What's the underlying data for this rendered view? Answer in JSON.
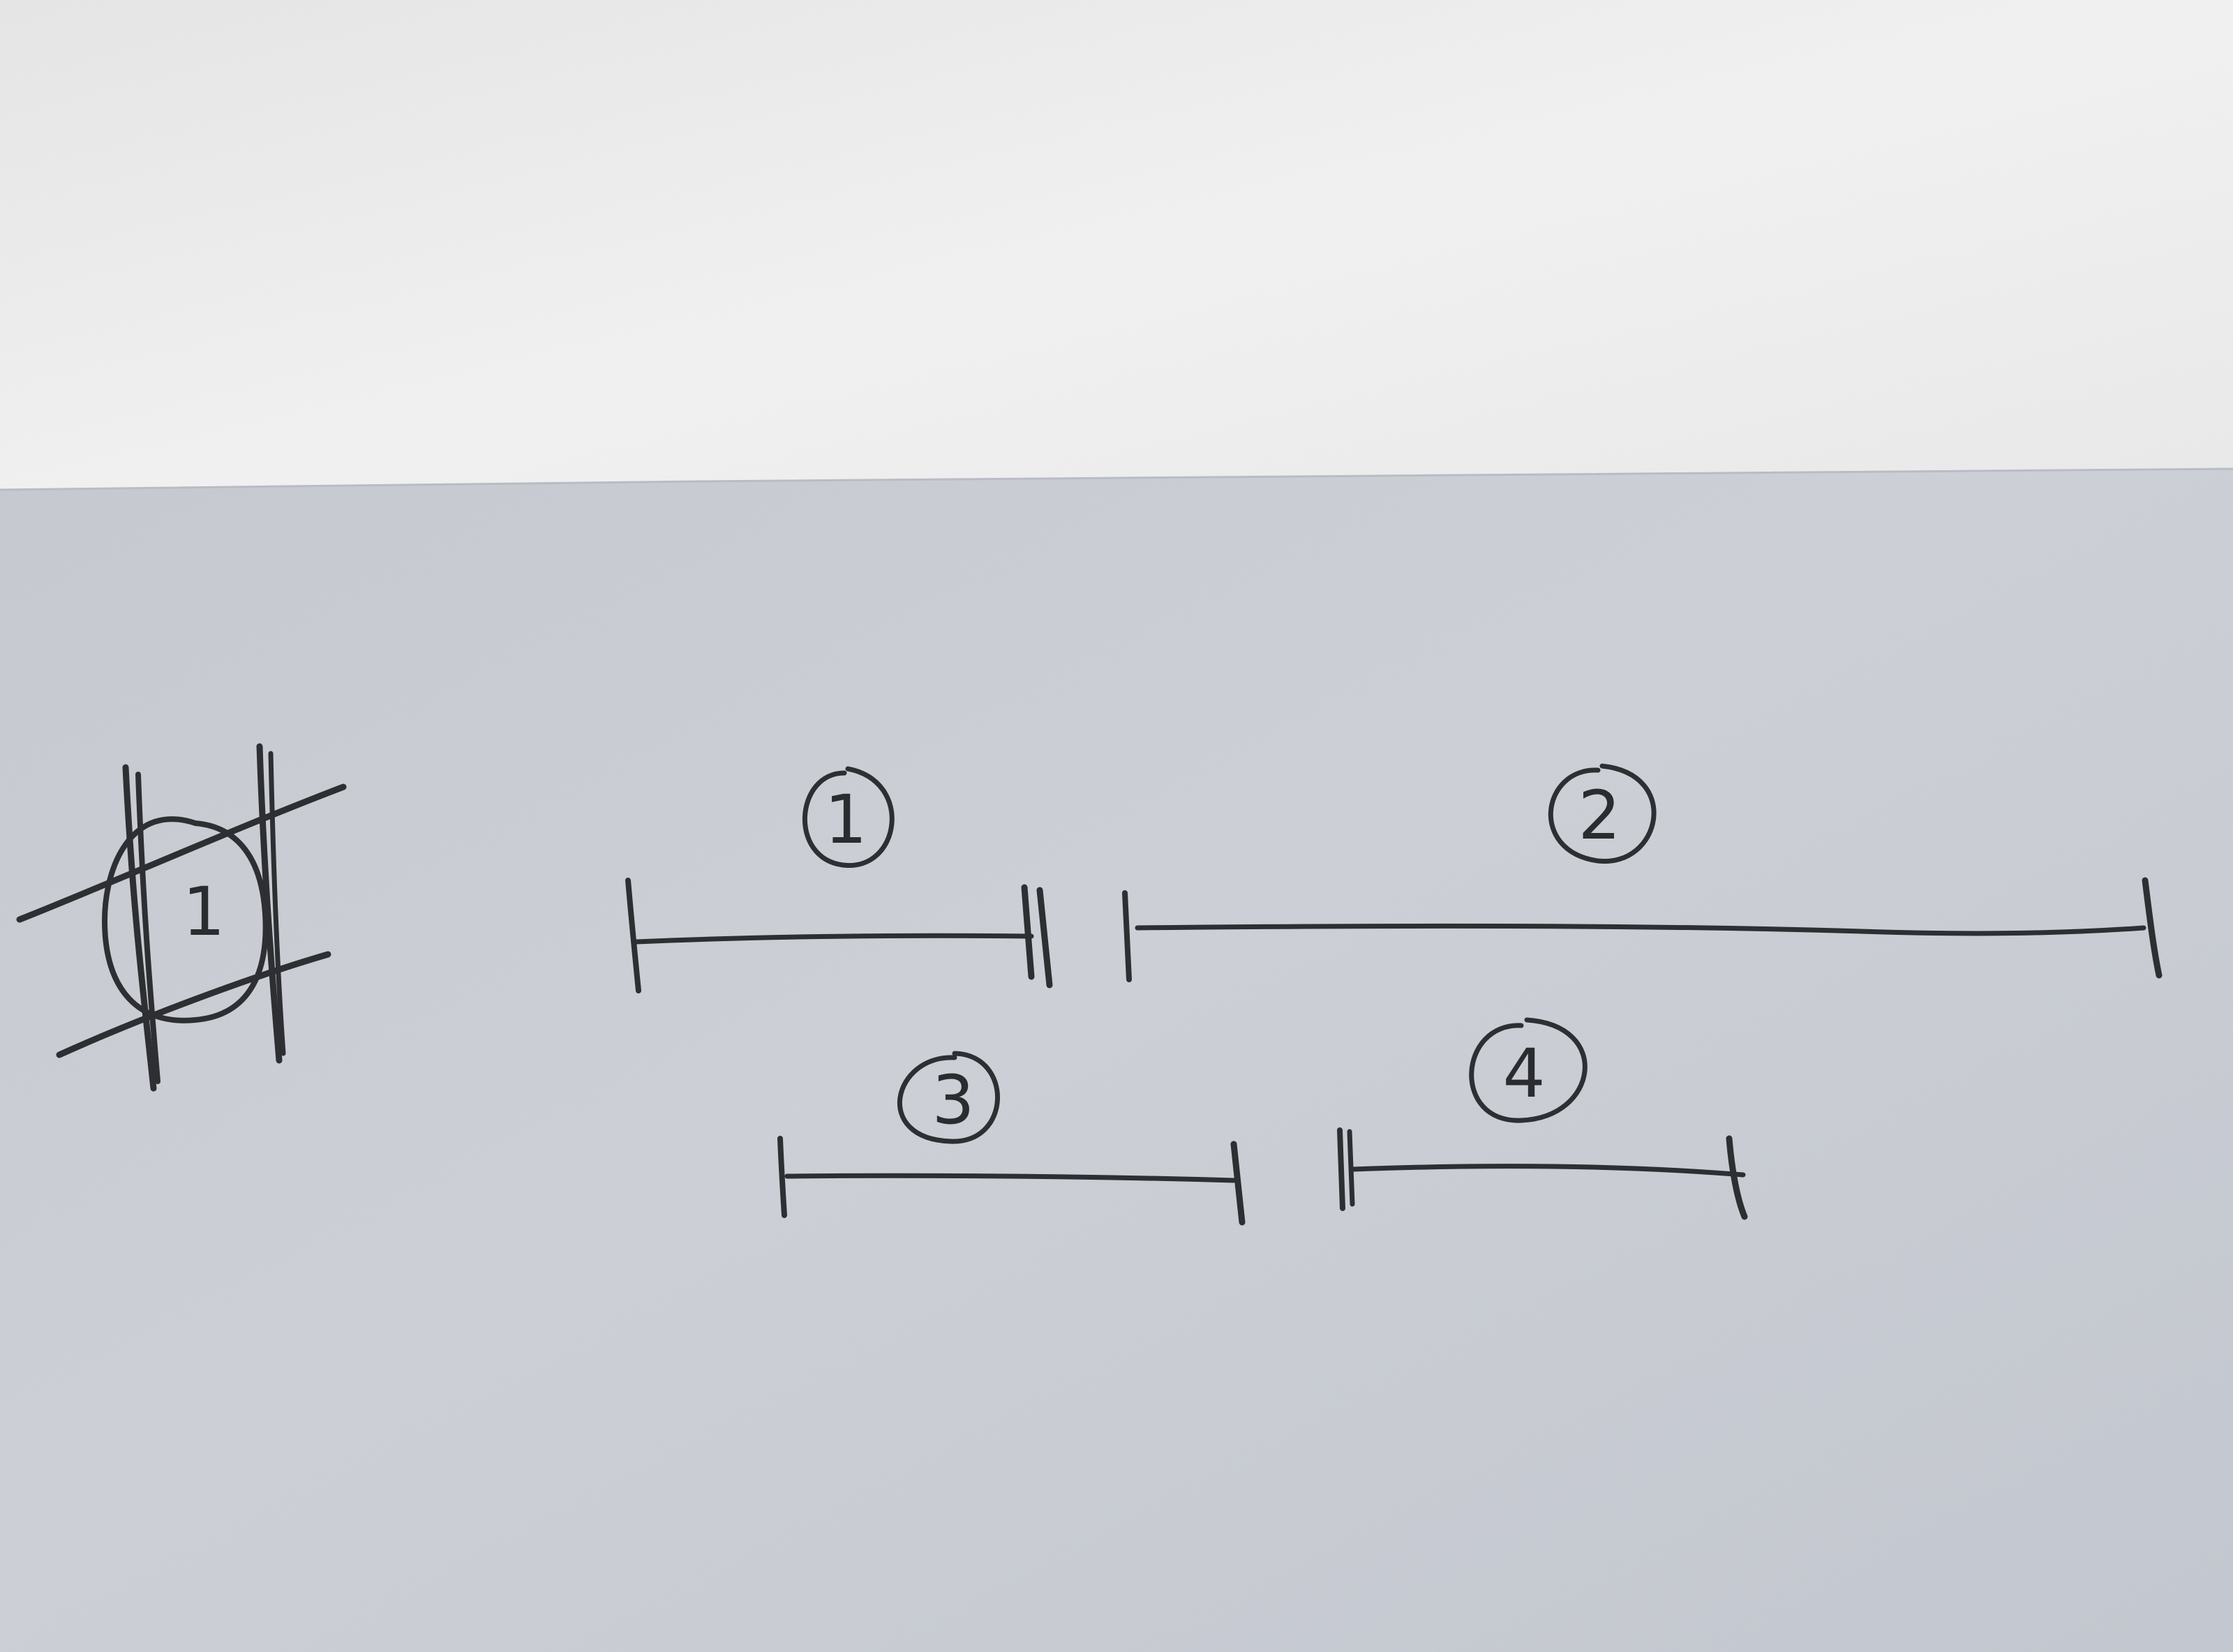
{
  "sketch": {
    "grid_number": "1",
    "segments": [
      {
        "label": "1"
      },
      {
        "label": "2"
      },
      {
        "label": "3"
      },
      {
        "label": "4"
      }
    ]
  },
  "colors": {
    "upper_sheet": "#ececec",
    "lower_sheet": "#c8ccd3",
    "pencil": "#2d2f33"
  }
}
